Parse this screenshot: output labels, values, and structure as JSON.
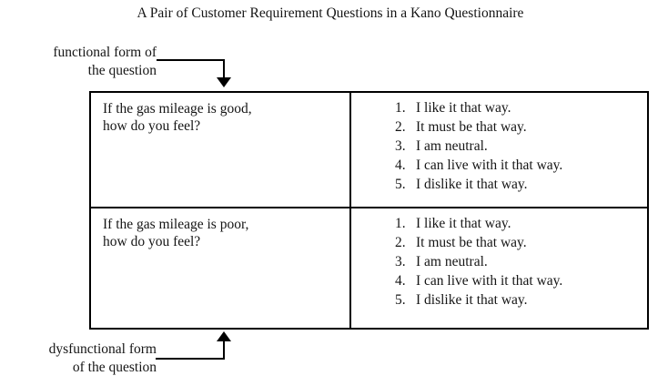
{
  "figure": {
    "title": "A Pair of Customer Requirement Questions in a Kano Questionnaire"
  },
  "callouts": {
    "functional": {
      "line1": "functional form of",
      "line2": "the question",
      "full_text": "functional form of the question",
      "arrow_direction": "down",
      "arrow_icon": "arrow-down-icon"
    },
    "dysfunctional": {
      "line1": "dysfunctional form",
      "line2": "of the question",
      "full_text": "dysfunctional form of the question",
      "arrow_direction": "up",
      "arrow_icon": "arrow-up-icon"
    }
  },
  "table": {
    "border_color": "#000000",
    "background": "#ffffff",
    "rows": [
      {
        "id": "functional",
        "question": "If the gas mileage is good,\nhow do you feel?",
        "answers": [
          {
            "number": "1.",
            "text": "I like it that way."
          },
          {
            "number": "2.",
            "text": "It must be that way."
          },
          {
            "number": "3.",
            "text": "I am neutral."
          },
          {
            "number": "4.",
            "text": "I can live with it that way."
          },
          {
            "number": "5.",
            "text": "I dislike it that way."
          }
        ]
      },
      {
        "id": "dysfunctional",
        "question": "If the gas mileage is poor,\nhow do you feel?",
        "answers": [
          {
            "number": "1.",
            "text": "I like it that way."
          },
          {
            "number": "2.",
            "text": "It must be that way."
          },
          {
            "number": "3.",
            "text": "I am neutral."
          },
          {
            "number": "4.",
            "text": "I can live with it that way."
          },
          {
            "number": "5.",
            "text": "I dislike it that way."
          }
        ]
      }
    ]
  }
}
